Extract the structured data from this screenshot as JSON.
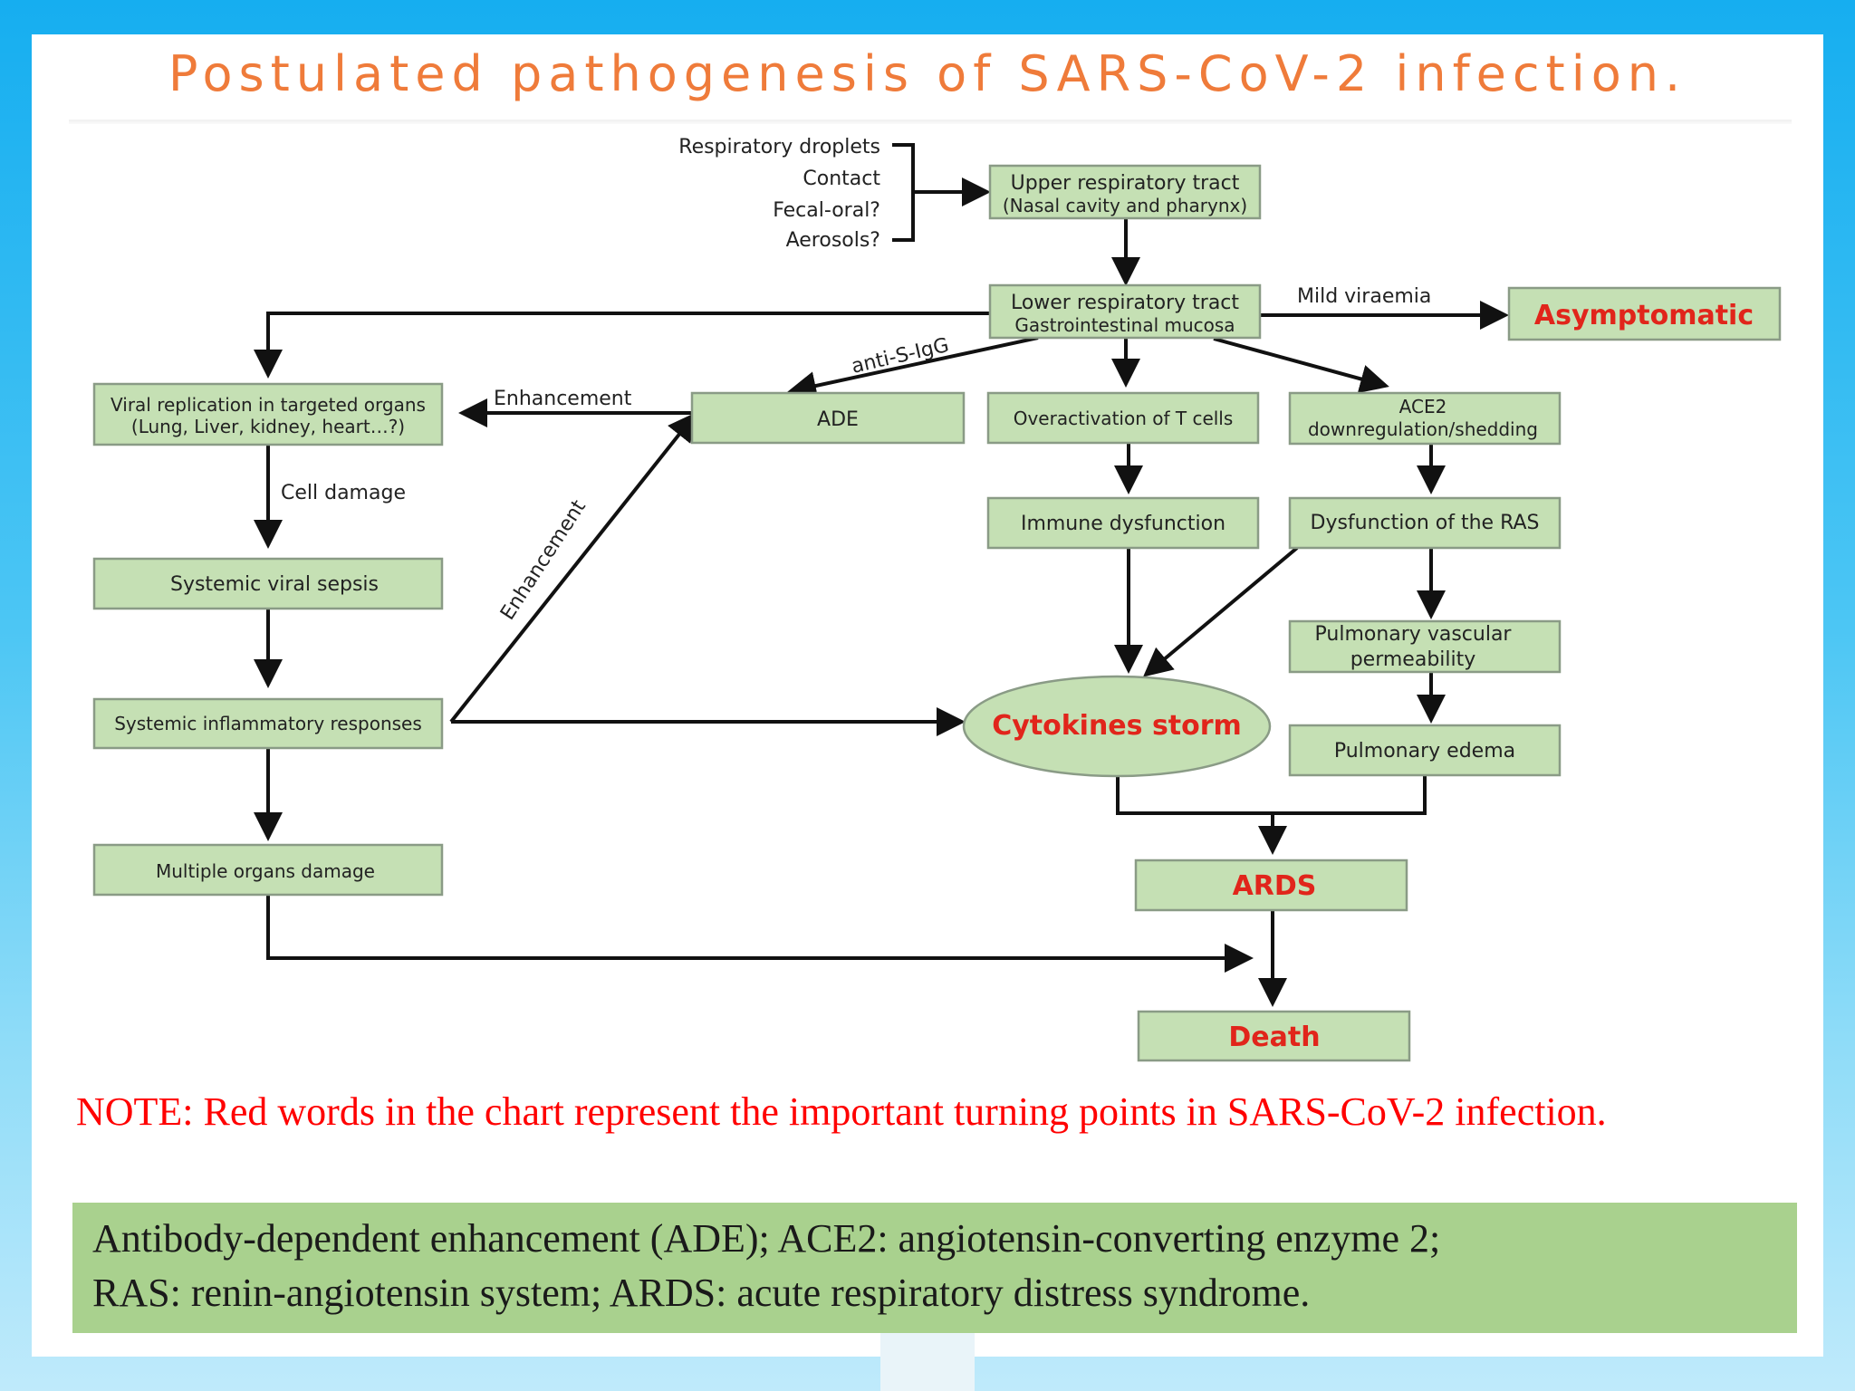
{
  "title": "Postulated pathogenesis of SARS-CoV-2 infection.",
  "routes": [
    "Respiratory droplets",
    "Contact",
    "Fecal-oral?",
    "Aerosols?"
  ],
  "nodes": {
    "upper": [
      "Upper respiratory tract",
      "(Nasal cavity and pharynx)"
    ],
    "lower": [
      "Lower respiratory tract",
      "Gastrointestinal mucosa"
    ],
    "asymptomatic": "Asymptomatic",
    "viral_rep": [
      "Viral replication in targeted organs",
      "(Lung, Liver, kidney, heart…?)"
    ],
    "ade": "ADE",
    "tcell": "Overactivation of T cells",
    "ace2": [
      "ACE2",
      "downregulation/shedding"
    ],
    "immune": "Immune dysfunction",
    "ras": "Dysfunction of the RAS",
    "sepsis": "Systemic viral sepsis",
    "pvp": [
      "Pulmonary vascular",
      "permeability"
    ],
    "sir": "Systemic inflammatory responses",
    "storm": "Cytokines storm",
    "edema": "Pulmonary edema",
    "mod": "Multiple organs damage",
    "ards": "ARDS",
    "death": "Death"
  },
  "edge_labels": {
    "mild_viraemia": "Mild viraemia",
    "anti_s_igg": "anti-S-IgG",
    "enhancement_h": "Enhancement",
    "enhancement_diag": "Enhancement",
    "cell_damage": "Cell damage"
  },
  "note": "NOTE: Red words in the chart represent the important turning points in SARS-CoV-2 infection.",
  "abbreviations": [
    "Antibody-dependent enhancement (ADE); ACE2: angiotensin-converting enzyme 2;",
    "RAS: renin-angiotensin system; ARDS: acute respiratory distress syndrome."
  ],
  "colors": {
    "title": "#ef7b3a",
    "box_fill": "#c5e0b4",
    "turning_point": "#e1251b",
    "note": "#ff0000",
    "abbr_fill": "#a9d18e"
  }
}
